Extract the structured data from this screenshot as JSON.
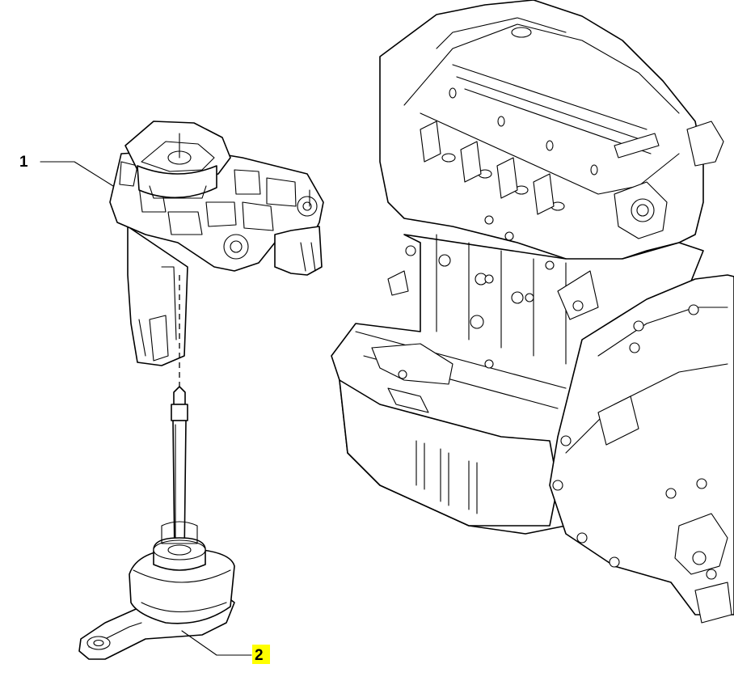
{
  "diagram": {
    "callouts": [
      {
        "id": "1",
        "label": "1",
        "highlighted": false
      },
      {
        "id": "2",
        "label": "2",
        "highlighted": true
      }
    ],
    "highlight_color": "#ffff00",
    "line_color": "#000000",
    "background_color": "#ffffff"
  }
}
